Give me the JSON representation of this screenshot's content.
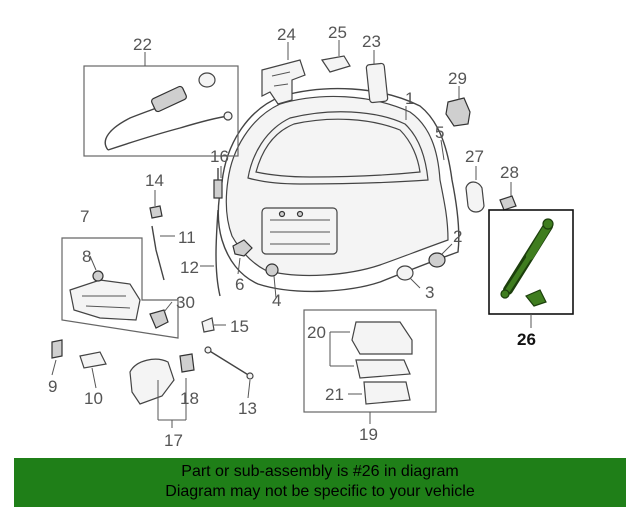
{
  "callouts": {
    "c1": "1",
    "c2": "2",
    "c3": "3",
    "c4": "4",
    "c5": "5",
    "c6": "6",
    "c7": "7",
    "c8": "8",
    "c9": "9",
    "c10": "10",
    "c11": "11",
    "c12": "12",
    "c13": "13",
    "c14": "14",
    "c15": "15",
    "c16": "16",
    "c17": "17",
    "c18": "18",
    "c19": "19",
    "c20": "20",
    "c21": "21",
    "c22": "22",
    "c23": "23",
    "c24": "24",
    "c25": "25",
    "c26": "26",
    "c27": "27",
    "c28": "28",
    "c29": "29",
    "c30": "30"
  },
  "highlighted_part": "26",
  "highlight_color": "#3f7d1f",
  "footer": {
    "line1": "Part or sub-assembly is #26 in diagram",
    "line2": "Diagram may not be specific to your vehicle",
    "background": "#1f7f18"
  }
}
